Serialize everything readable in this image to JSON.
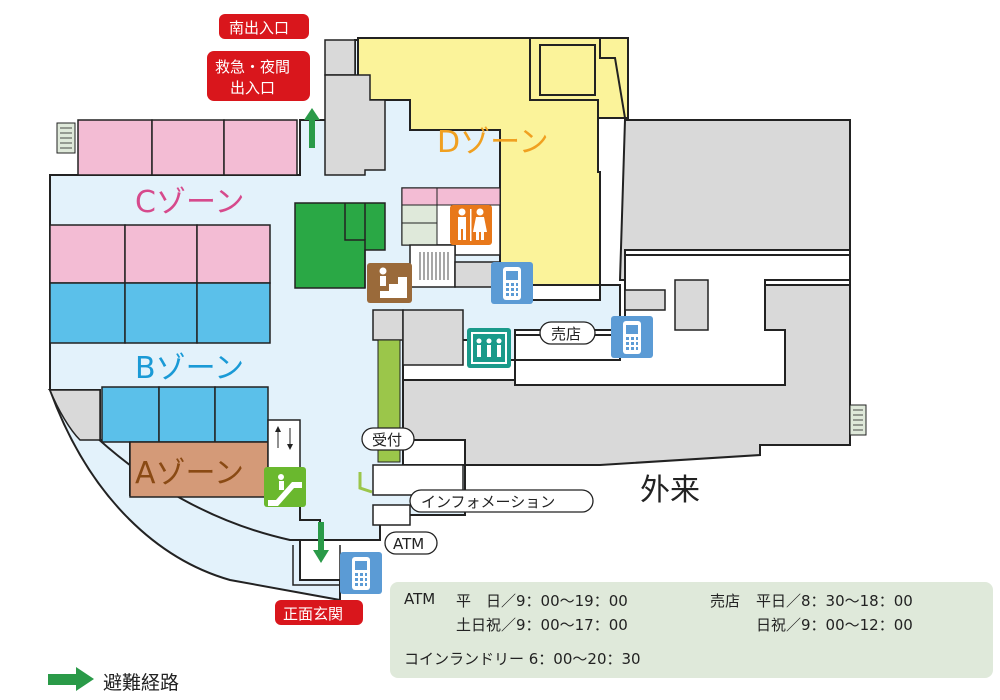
{
  "labels": {
    "south_entrance": "南出入口",
    "emergency_line1": "救急・夜間",
    "emergency_line2": "出入口",
    "main_entrance": "正面玄関",
    "outpatient": "外来",
    "reception": "受付",
    "information": "インフォメーション",
    "atm": "ATM",
    "shop": "売店"
  },
  "zones": {
    "a": {
      "label": "Aゾーン",
      "color": "#d49a78",
      "text_color": "#8a4a14"
    },
    "b": {
      "label": "Bゾーン",
      "color": "#5bc0ea",
      "text_color": "#1a9ad6"
    },
    "c": {
      "label": "Cゾーン",
      "color": "#f3bcd4",
      "text_color": "#d64a8c"
    },
    "d": {
      "label": "Dゾーン",
      "color": "#fbf39a",
      "text_color": "#f0a020"
    }
  },
  "colors": {
    "floor": "#e3f2fb",
    "room_gray": "#d9d9d9",
    "wall": "#222222",
    "green_room": "#2aa845",
    "reception_green": "#9bc64a",
    "evac_arrow": "#2a9a48",
    "entrance_red": "#d9161c",
    "phone_icon_bg": "#5b9bd5",
    "elevator_icon_bg": "#1a9a8a",
    "restroom_icon_bg": "#e8781a",
    "stairs_icon_bg": "#9a6a3a",
    "escalator_icon_bg": "#6ab82e",
    "hours_bg": "#dfe9da"
  },
  "icons": [
    "phone-icon",
    "restroom-icon",
    "elevator-icon",
    "stairs-icon",
    "escalator-icon",
    "evacuation-arrow-icon"
  ],
  "hours": {
    "atm_label": "ATM",
    "atm_weekday": "平　日／9：00〜19：00",
    "atm_weekend": "土日祝／9：00〜17：00",
    "shop_label": "売店",
    "shop_weekday": "平日／8：30〜18：00",
    "shop_holiday": "日祝／9：00〜12：00",
    "laundry": "コインランドリー  6：00〜20：30"
  },
  "legend": {
    "evacuation_route": "避難経路"
  }
}
